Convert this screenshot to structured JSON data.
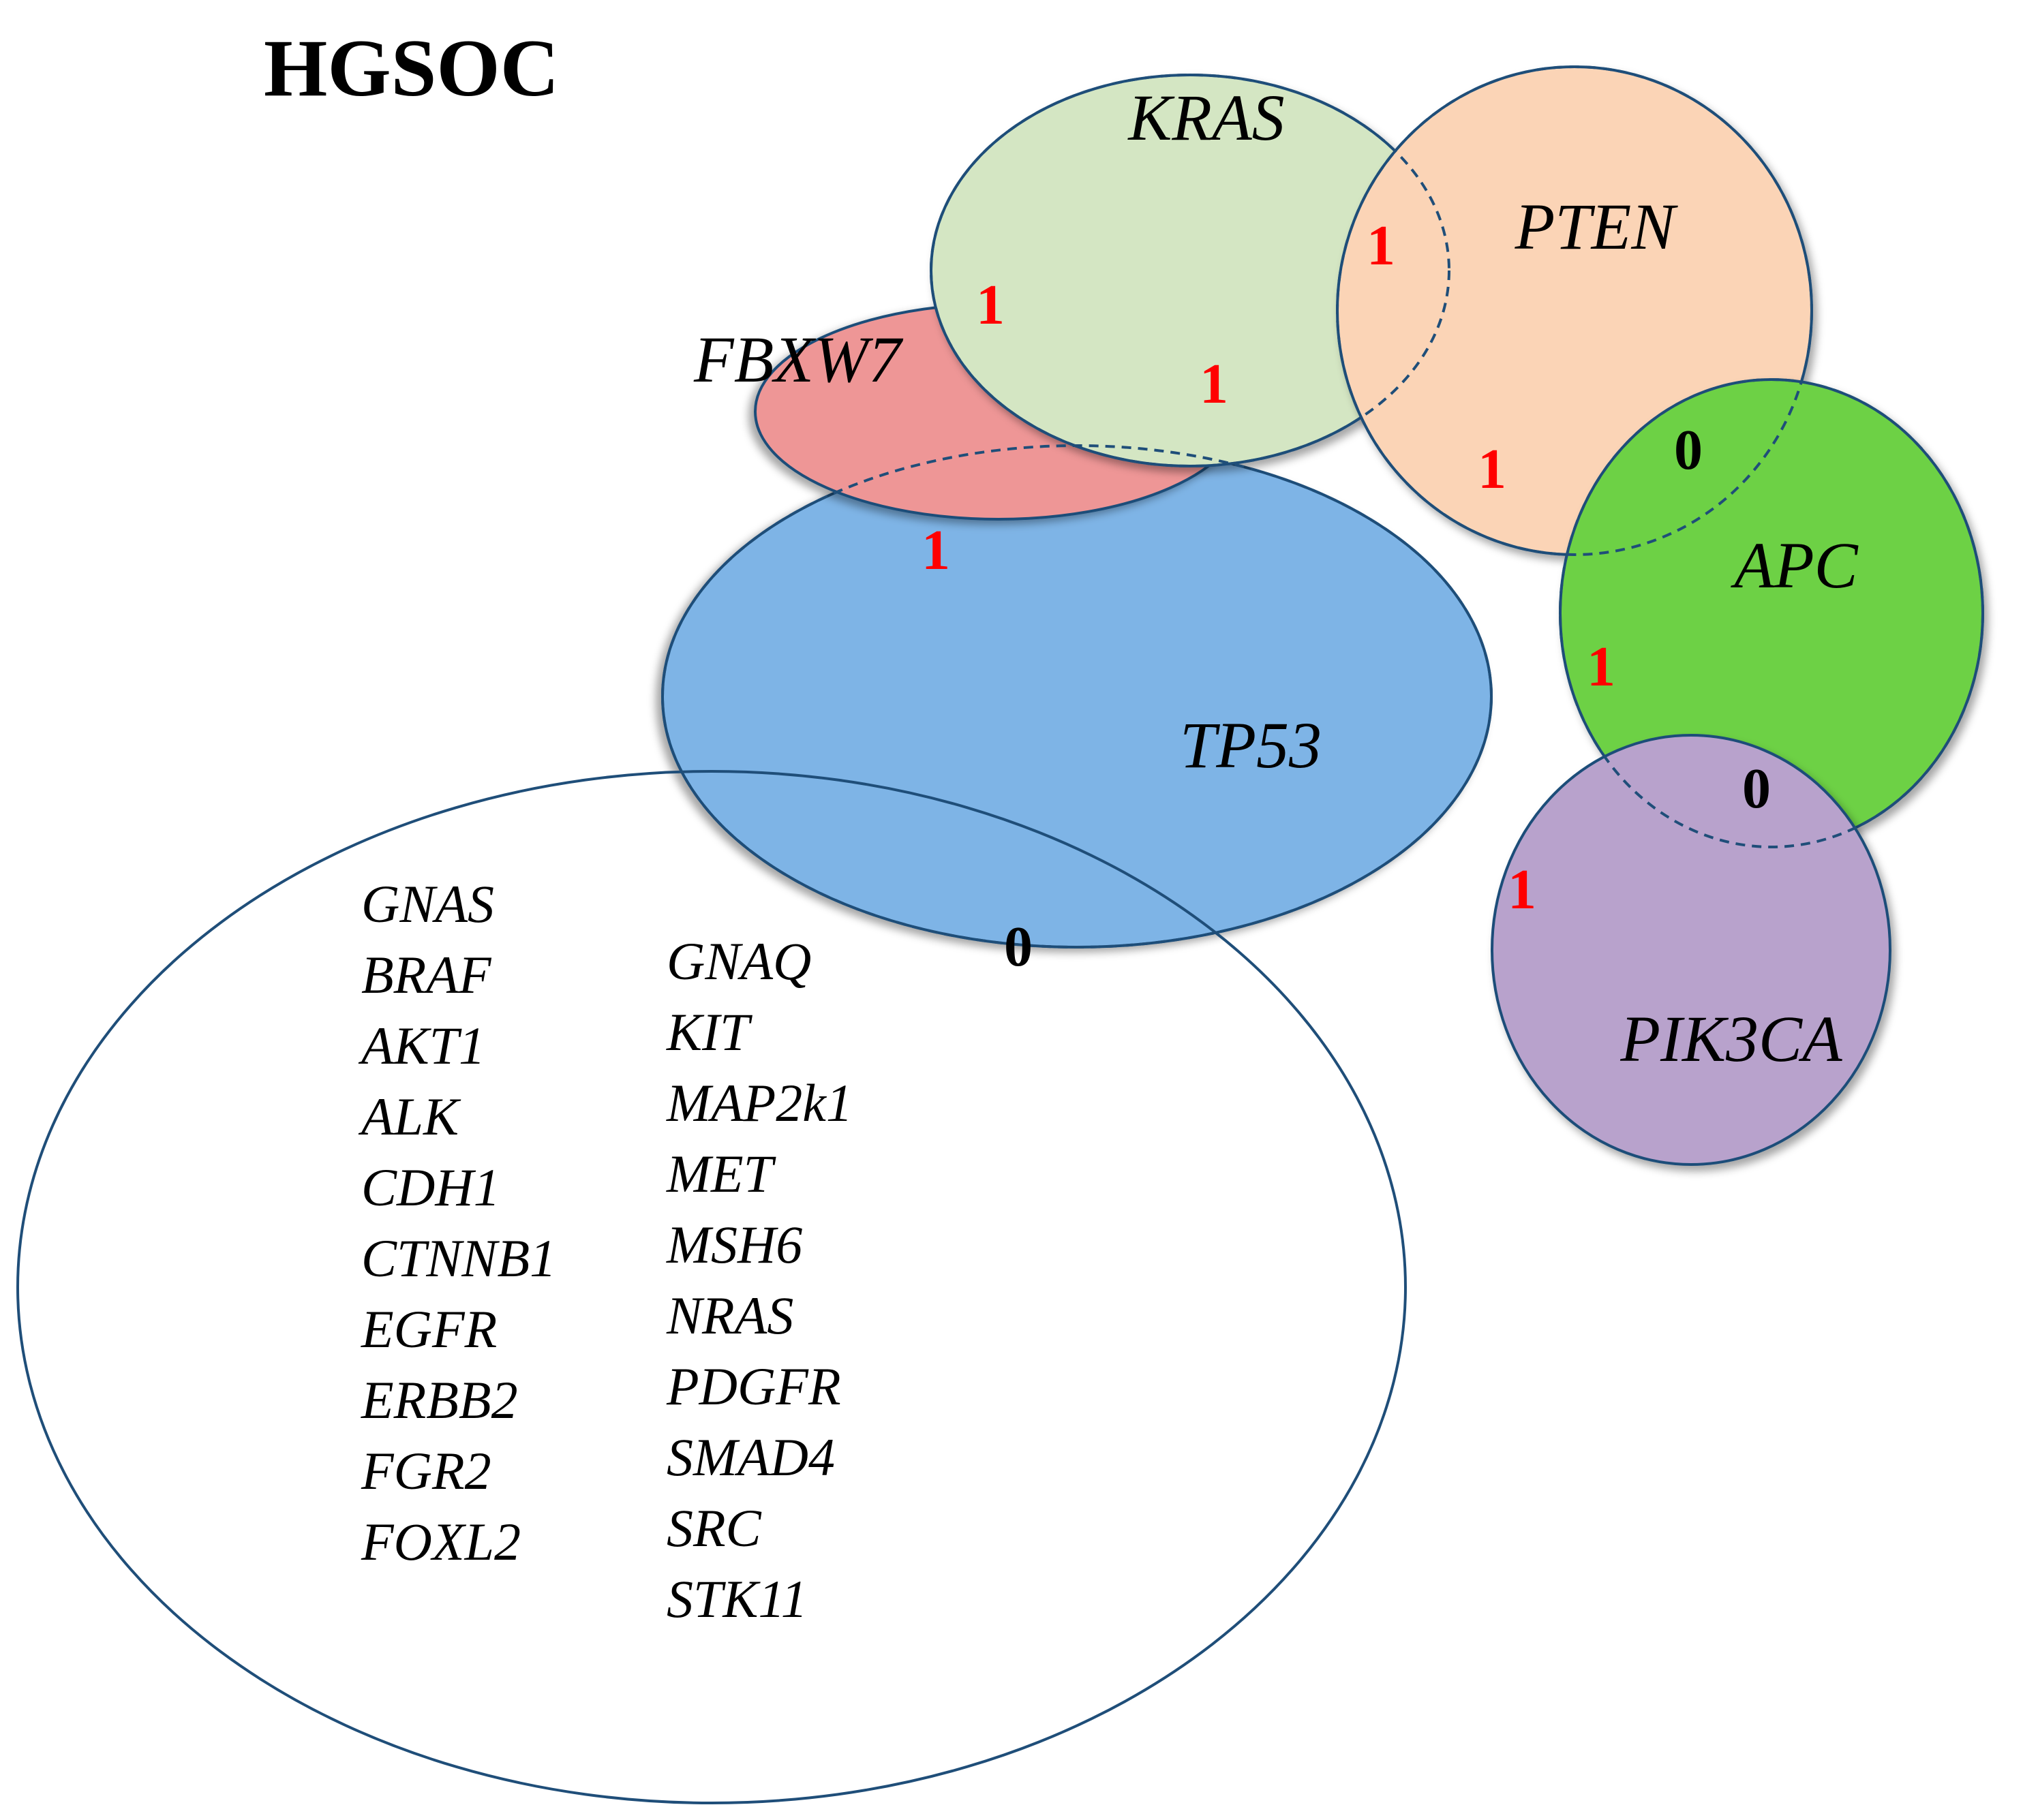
{
  "title": "HGSOC",
  "sets": {
    "tp53": "TP53",
    "kras": "KRAS",
    "pten": "PTEN",
    "fbxw7": "FBXW7",
    "apc": "APC",
    "pik3ca": "PIK3CA"
  },
  "colors": {
    "tp53": "#7eb4e6",
    "kras": "#d4e6c3",
    "pten": "#fbd4b6",
    "fbxw7": "#ee9696",
    "apc": "#6dd144",
    "pik3ca": "#b8a2cc",
    "outline": "#1f4e79",
    "count_positive": "#ff0000",
    "count_zero": "#000000"
  },
  "intersections": {
    "fbxw7_kras": "1",
    "kras_pten": "1",
    "kras_tp53": "1",
    "pten_tp53": "1",
    "pten_apc": "0",
    "fbxw7_tp53": "1",
    "apc_tp53": "1",
    "apc_pik3ca": "0",
    "pik3ca_tp53": "1",
    "other_tp53": "0"
  },
  "other_genes": {
    "column1": [
      "GNAS",
      "BRAF",
      "AKT1",
      "ALK",
      "CDH1",
      "CTNNB1",
      "EGFR",
      "ERBB2",
      "FGR2",
      "FOXL2"
    ],
    "column2": [
      "GNAQ",
      "KIT",
      "MAP2k1",
      "MET",
      "MSH6",
      "NRAS",
      "PDGFR",
      "SMAD4",
      "SRC",
      "STK11"
    ]
  }
}
